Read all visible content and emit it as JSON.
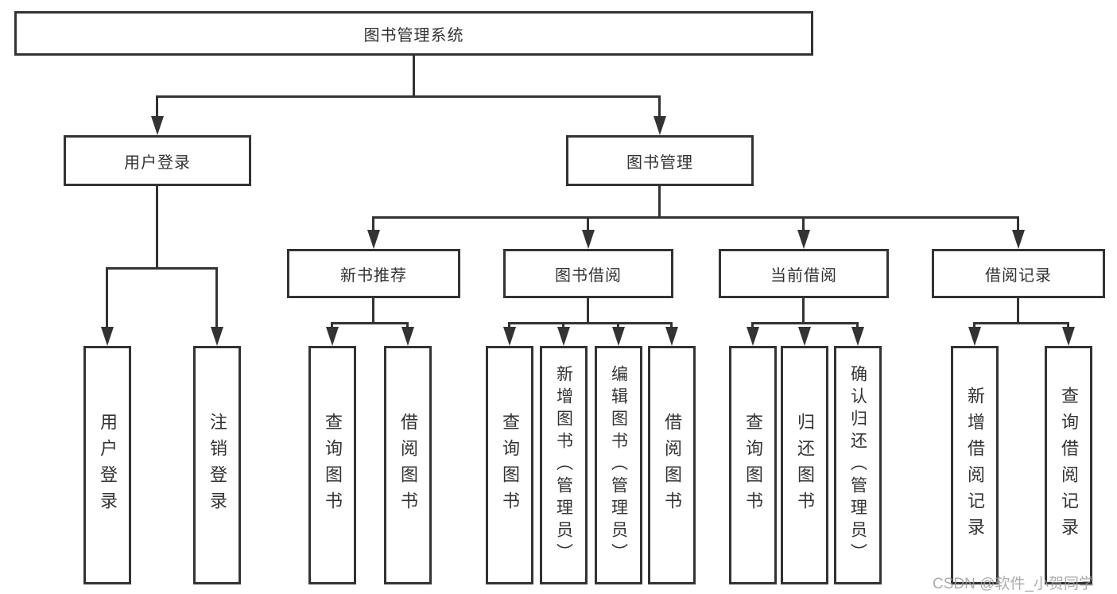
{
  "tree": {
    "root": "图书管理系统",
    "user_login": {
      "label": "用户登录",
      "children": [
        "用户登录",
        "注销登录"
      ]
    },
    "book_mgmt": {
      "label": "图书管理",
      "sections": {
        "new_books": {
          "label": "新书推荐",
          "children": [
            "查询图书",
            "借阅图书"
          ]
        },
        "book_borrow": {
          "label": "图书借阅",
          "children": [
            "查询图书",
            "新增图书（管理员）",
            "编辑图书（管理员）",
            "借阅图书"
          ]
        },
        "current_borrow": {
          "label": "当前借阅",
          "children": [
            "查询图书",
            "归还图书",
            "确认归还（管理员）"
          ]
        },
        "borrow_records": {
          "label": "借阅记录",
          "children": [
            "新增借阅记录",
            "查询借阅记录"
          ]
        }
      }
    }
  },
  "watermark": "CSDN @软件_小贺同学",
  "colors": {
    "line": "#333333",
    "text": "#333333",
    "background": "#ffffff",
    "watermark": "#9e9e9e"
  }
}
